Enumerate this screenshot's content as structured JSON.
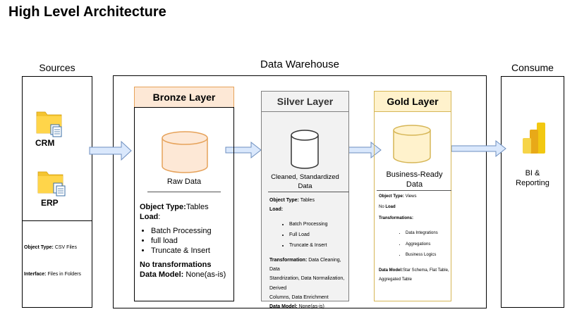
{
  "title": "High Level Architecture",
  "sources": {
    "title": "Sources",
    "items": [
      {
        "label": "CRM",
        "icon": "folder-icon"
      },
      {
        "label": "ERP",
        "icon": "folder-icon"
      }
    ],
    "object_type_label": "Object Type:",
    "object_type_value": " CSV Files",
    "interface_label": "Interface:",
    "interface_value": " Files in Folders"
  },
  "warehouse": {
    "title": "Data Warehouse"
  },
  "bronze": {
    "header": "Bronze Layer",
    "caption": "Raw Data",
    "object_type_label": "Object Type:",
    "object_type_value": "Tables",
    "load_label": "Load",
    "load_suffix": ":",
    "load_items": [
      "Batch Processing",
      "full load",
      "Truncate & Insert"
    ],
    "transform_text": "No transformations",
    "data_model_label": "Data Model:",
    "data_model_value": " None(as-is)",
    "colors": {
      "header_bg": "#fde8d6",
      "header_border": "#e6a25a",
      "cylinder_fill": "#fde8d6",
      "cylinder_stroke": "#e6a25a"
    }
  },
  "silver": {
    "header": "Silver Layer",
    "caption_line1": "Cleaned, Standardized",
    "caption_line2": "Data",
    "object_type_label": "Object Type:",
    "object_type_value": " Tables",
    "load_label": "Load:",
    "load_items": [
      "Batch Processing",
      "Full Load",
      "Truncate & Insert"
    ],
    "transformation_label": "Transformation:",
    "transformation_line1": " Data Cleaning, Data",
    "transformation_line2": "Standrization, Data Normalization, Derived",
    "transformation_line3": "Columns, Data Enrichment",
    "data_model_label": "Data Model:",
    "data_model_value": " None(as-is)",
    "colors": {
      "header_bg": "#f2f2f2",
      "border": "#808080",
      "cylinder_fill": "#ffffff",
      "cylinder_stroke": "#333333"
    }
  },
  "gold": {
    "header": "Gold Layer",
    "caption_line1": "Business-Ready",
    "caption_line2": "Data",
    "object_type_label": "Object Type:",
    "object_type_value": " Views",
    "load_prefix": "No",
    "load_label": " Load",
    "transformations_label": "Transformations:",
    "transform_items": [
      "Data Integrations",
      "Aggregations",
      "Business Logics"
    ],
    "data_model_label": "Data Model:",
    "data_model_line1": "Star Schema, Flat Table,",
    "data_model_line2": "Aggregated Table",
    "colors": {
      "header_bg": "#fff2cc",
      "border": "#d6b656",
      "cylinder_fill": "#fff2cc",
      "cylinder_stroke": "#d6b656"
    }
  },
  "consume": {
    "title": "Consume",
    "item_line1": "BI &",
    "item_line2": "Reporting",
    "icon": "power-bi-icon"
  },
  "colors": {
    "arrow_fill": "#dae8fc",
    "arrow_stroke": "#6c8ebf"
  }
}
